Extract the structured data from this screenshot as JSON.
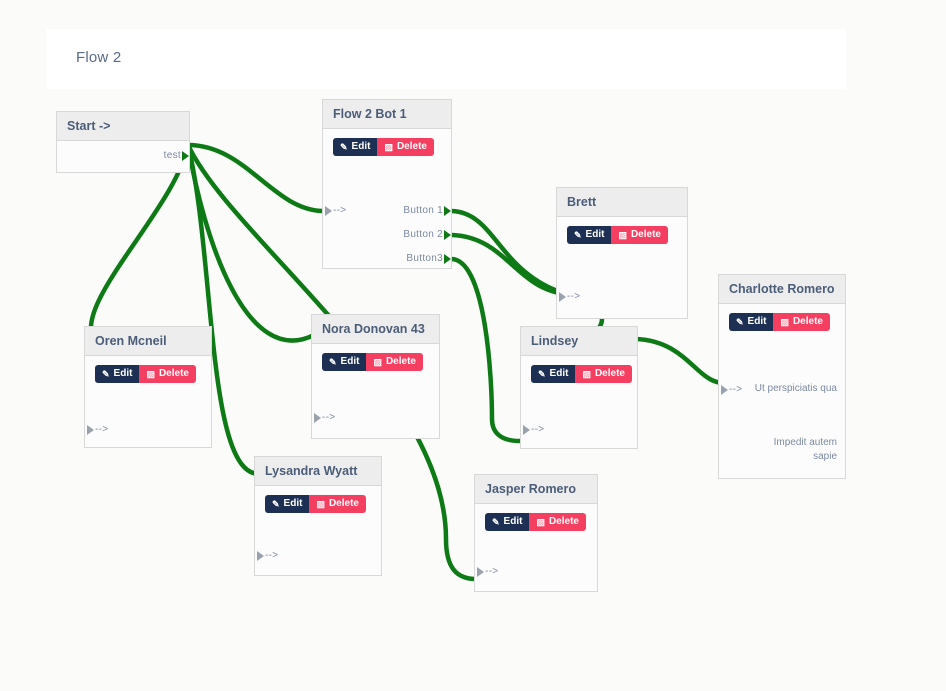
{
  "header": {
    "title": "Flow 2"
  },
  "buttons": {
    "edit_label": "Edit",
    "delete_label": "Delete",
    "edit_icon": "pencil-square-icon",
    "delete_icon": "trash-icon"
  },
  "colors": {
    "edge": "#0e7a16",
    "edit_bg": "#1d2f52",
    "delete_bg": "#f43f61",
    "node_header_bg": "#ededed",
    "node_bg": "#fcfcfc",
    "node_border": "#d8d8d8",
    "title_text": "#4b5d79",
    "port_text": "#7c8aa3"
  },
  "nodes": [
    {
      "id": "start",
      "title": "Start ->",
      "has_buttons": false,
      "inputs": [],
      "outputs": [
        "test"
      ],
      "body_text": []
    },
    {
      "id": "flow2bot1",
      "title": "Flow 2 Bot 1",
      "has_buttons": true,
      "inputs": [
        "-->"
      ],
      "outputs": [
        "Button 1",
        "Button 2",
        "Button3"
      ],
      "body_text": []
    },
    {
      "id": "brett",
      "title": "Brett",
      "has_buttons": true,
      "inputs": [
        "-->"
      ],
      "outputs": [],
      "body_text": []
    },
    {
      "id": "charlotte",
      "title": "Charlotte Romero",
      "has_buttons": true,
      "inputs": [
        "-->"
      ],
      "outputs": [],
      "body_text": [
        "Ut perspiciatis qua",
        "Impedit autem sapie"
      ]
    },
    {
      "id": "oren",
      "title": "Oren Mcneil",
      "has_buttons": true,
      "inputs": [
        "-->"
      ],
      "outputs": [],
      "body_text": []
    },
    {
      "id": "nora",
      "title": "Nora Donovan 43",
      "has_buttons": true,
      "inputs": [
        "-->"
      ],
      "outputs": [],
      "body_text": []
    },
    {
      "id": "lindsey",
      "title": "Lindsey",
      "has_buttons": true,
      "inputs": [
        "-->"
      ],
      "outputs": [],
      "body_text": []
    },
    {
      "id": "lysandra",
      "title": "Lysandra Wyatt",
      "has_buttons": true,
      "inputs": [
        "-->"
      ],
      "outputs": [],
      "body_text": []
    },
    {
      "id": "jasper",
      "title": "Jasper Romero",
      "has_buttons": true,
      "inputs": [
        "-->"
      ],
      "outputs": [],
      "body_text": []
    }
  ],
  "node_labels": {
    "start": {
      "title": "Start ->",
      "out0": "test"
    },
    "flow2bot1": {
      "title": "Flow 2 Bot 1",
      "in0": "-->",
      "out0": "Button 1",
      "out1": "Button 2",
      "out2": "Button3"
    },
    "brett": {
      "title": "Brett",
      "in0": "-->"
    },
    "charlotte": {
      "title": "Charlotte Romero",
      "in0": "-->",
      "text0": "Ut perspiciatis qua",
      "text1": "Impedit autem sapie"
    },
    "oren": {
      "title": "Oren Mcneil",
      "in0": "-->"
    },
    "nora": {
      "title": "Nora Donovan 43",
      "in0": "-->"
    },
    "lindsey": {
      "title": "Lindsey",
      "in0": "-->"
    },
    "lysandra": {
      "title": "Lysandra Wyatt",
      "in0": "-->"
    },
    "jasper": {
      "title": "Jasper Romero",
      "in0": "-->"
    }
  },
  "edges": [
    {
      "from": "start.test",
      "to": "flow2bot1.in"
    },
    {
      "from": "start.test",
      "to": "oren.in"
    },
    {
      "from": "start.test",
      "to": "nora.in"
    },
    {
      "from": "start.test",
      "to": "lysandra.in"
    },
    {
      "from": "start.test",
      "to": "jasper.in"
    },
    {
      "from": "flow2bot1.Button 1",
      "to": "brett.in"
    },
    {
      "from": "flow2bot1.Button 2",
      "to": "brett.in"
    },
    {
      "from": "flow2bot1.Button3",
      "to": "lindsey.in"
    },
    {
      "from": "brett.out",
      "to": "lindsey.in"
    },
    {
      "from": "lindsey.out",
      "to": "charlotte.in"
    }
  ]
}
